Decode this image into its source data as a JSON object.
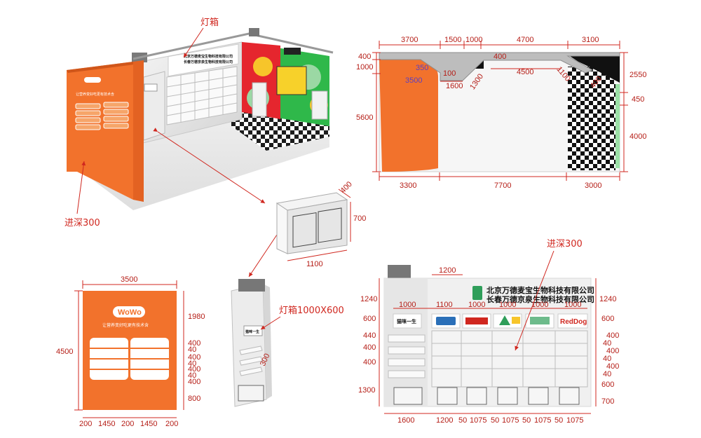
{
  "labels": {
    "lightbox_top": "灯箱",
    "depth_left": "进深300",
    "lightbox_size": "灯箱1000X600",
    "depth_elev": "进深300"
  },
  "brand": {
    "logo": "WoWo",
    "slogan": "让营养变好吃更有技术含",
    "company1": "北京万德麦宝生物科技有限公司",
    "company2": "长春万德京泉生物科技有限公司",
    "brand_labels": [
      "猫咪一生",
      "RedDog"
    ]
  },
  "plan": {
    "top": [
      "3700",
      "1500",
      "1000",
      "4700",
      "3100"
    ],
    "left": [
      "400",
      "1000",
      "5600"
    ],
    "right": [
      "2550",
      "450",
      "4000"
    ],
    "bottom": [
      "3300",
      "7700",
      "3000"
    ],
    "inner": [
      "350",
      "3500",
      "100",
      "1600",
      "1300",
      "400",
      "4500",
      "1100",
      "400"
    ]
  },
  "cabinet": {
    "depth": "400",
    "height": "700",
    "width": "1100"
  },
  "tower": {
    "depth": "300"
  },
  "orange_wall": {
    "width": "3500",
    "height": "4500",
    "right": [
      "1980",
      "400",
      "40",
      "400",
      "40",
      "400",
      "40",
      "400",
      "800"
    ],
    "bottom": [
      "200",
      "1450",
      "200",
      "1450",
      "200"
    ]
  },
  "elevation": {
    "top_width": "1200",
    "shelf_widths": [
      "1000",
      "1100",
      "1000",
      "1000",
      "1000",
      "1000"
    ],
    "left": [
      "1240",
      "600",
      "440",
      "400",
      "400",
      "1300"
    ],
    "right": [
      "1240",
      "600",
      "400",
      "40",
      "400",
      "40",
      "400",
      "40",
      "600",
      "700"
    ],
    "bottom": [
      "1600",
      "1200",
      "50",
      "1075",
      "50",
      "1075",
      "50",
      "1075",
      "50",
      "1075"
    ]
  }
}
